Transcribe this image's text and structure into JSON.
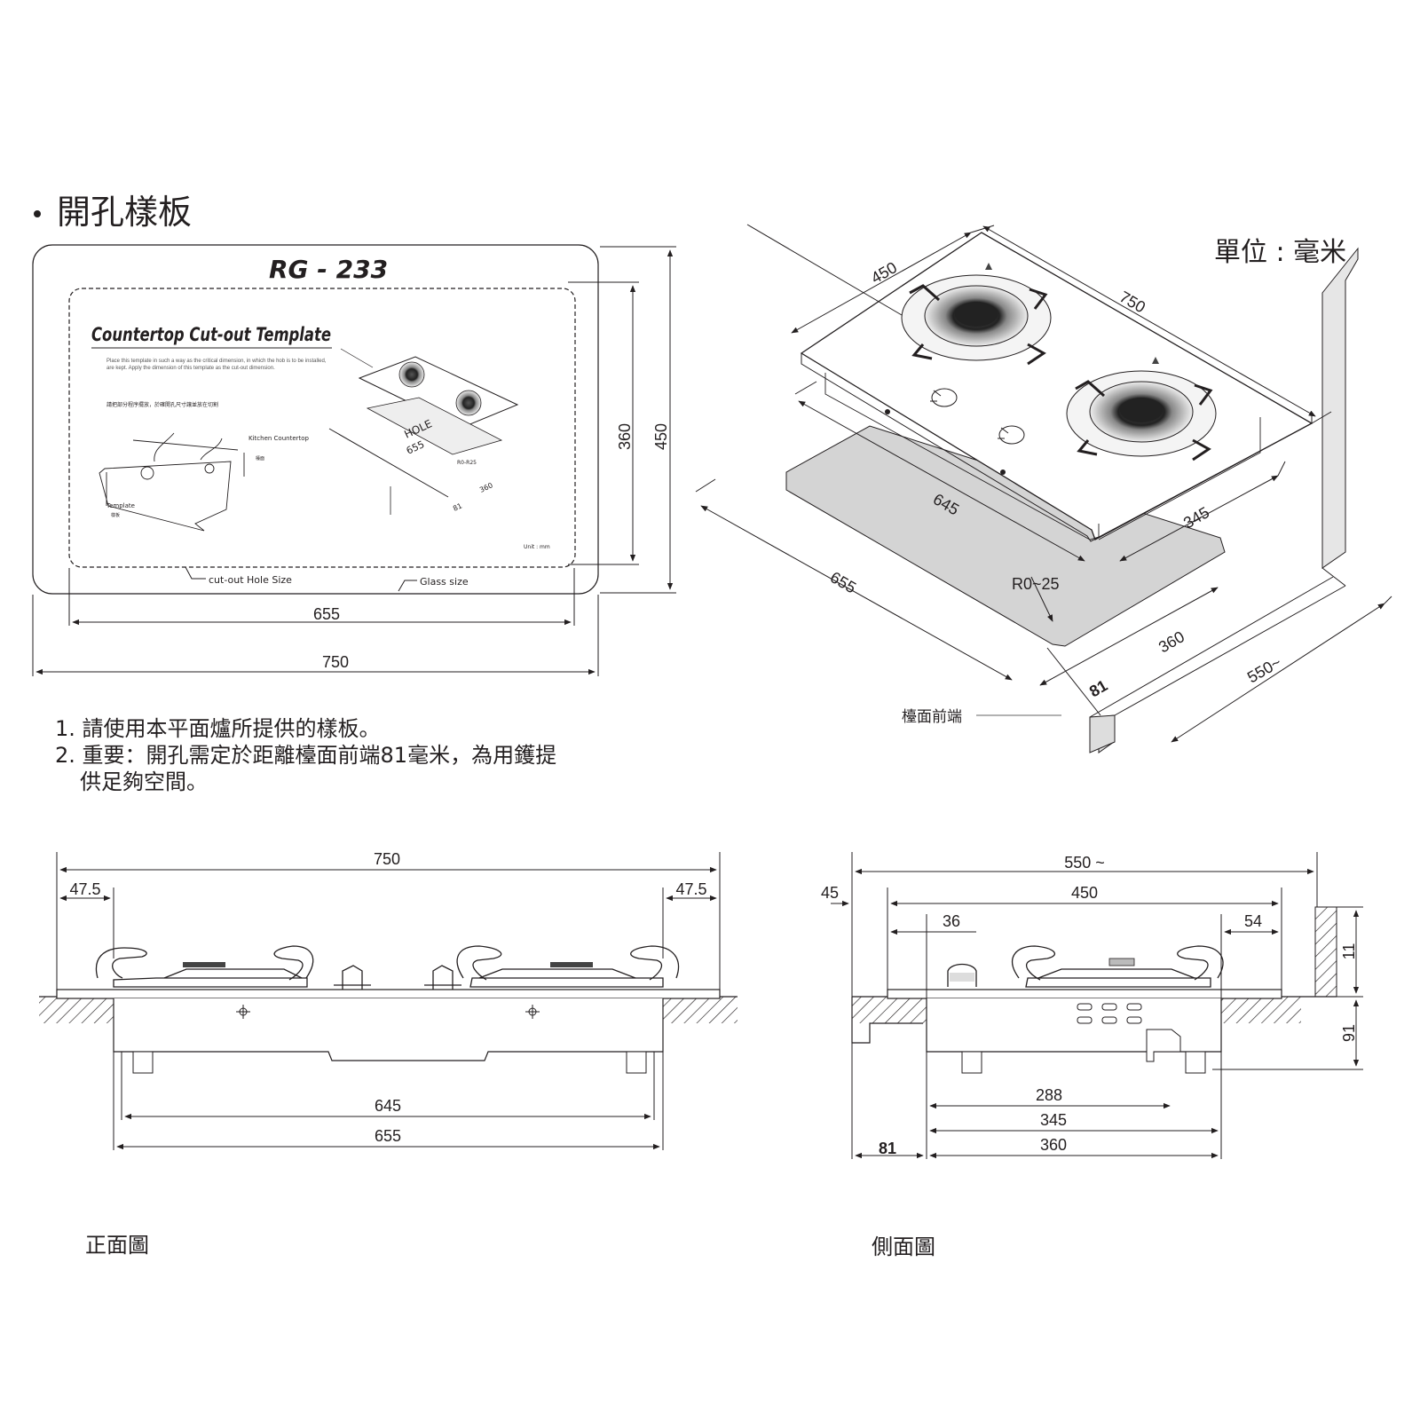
{
  "section_title": "開孔樣板",
  "units_label": "單位 : 毫米",
  "template_card": {
    "model": "RG - 233",
    "heading": "Countertop Cut-out Template",
    "desc_en": "Place this template in such a way as the critical dimension, in which the hob is to be installed, are kept. Apply the dimension of this template as the cut-out dimension.",
    "desc_zh": "請把部分程序擺放，於確開孔尺寸讓並放在切割",
    "label_kitchen": "Kitchen Countertop",
    "label_kitchen_zh": "檯面",
    "label_template": "Template",
    "label_template_zh": "樣板",
    "label_hole": "HOLE",
    "label_hole_dim": "655",
    "label_rounding": "R0-R25",
    "label_small_360": "360",
    "label_small_81": "81",
    "unit_note": "Unit : mm",
    "cutout_label": "cut-out Hole Size",
    "glass_label": "Glass size"
  },
  "template_dims": {
    "cutout_width": "655",
    "glass_width": "750",
    "cutout_depth": "360",
    "glass_depth": "450"
  },
  "notes": [
    "1. 請使用本平面爐所提供的樣板。",
    "2. 重要：開孔需定於距離檯面前端81毫米，為用鑊提",
    "供足夠空間。"
  ],
  "iso_view": {
    "dim_450": "450",
    "dim_750": "750",
    "dim_645": "645",
    "dim_345": "345",
    "dim_655": "655",
    "dim_360": "360",
    "dim_radius": "R0~25",
    "dim_81": "81",
    "dim_550": "550~",
    "front_edge_label": "檯面前端"
  },
  "front_view": {
    "dim_750": "750",
    "dim_left": "47.5",
    "dim_right": "47.5",
    "dim_645": "645",
    "dim_655": "655",
    "caption": "正面圖"
  },
  "side_view": {
    "dim_550": "550 ~",
    "dim_45": "45",
    "dim_450": "450",
    "dim_36": "36",
    "dim_54": "54",
    "dim_11": "11",
    "dim_91": "91",
    "dim_288": "288",
    "dim_345": "345",
    "dim_360": "360",
    "dim_81": "81",
    "caption": "側面圖"
  },
  "colors": {
    "ink": "#231f20",
    "hole_fill": "#d4d4d4",
    "wall_fill": "#e6e6e6"
  }
}
